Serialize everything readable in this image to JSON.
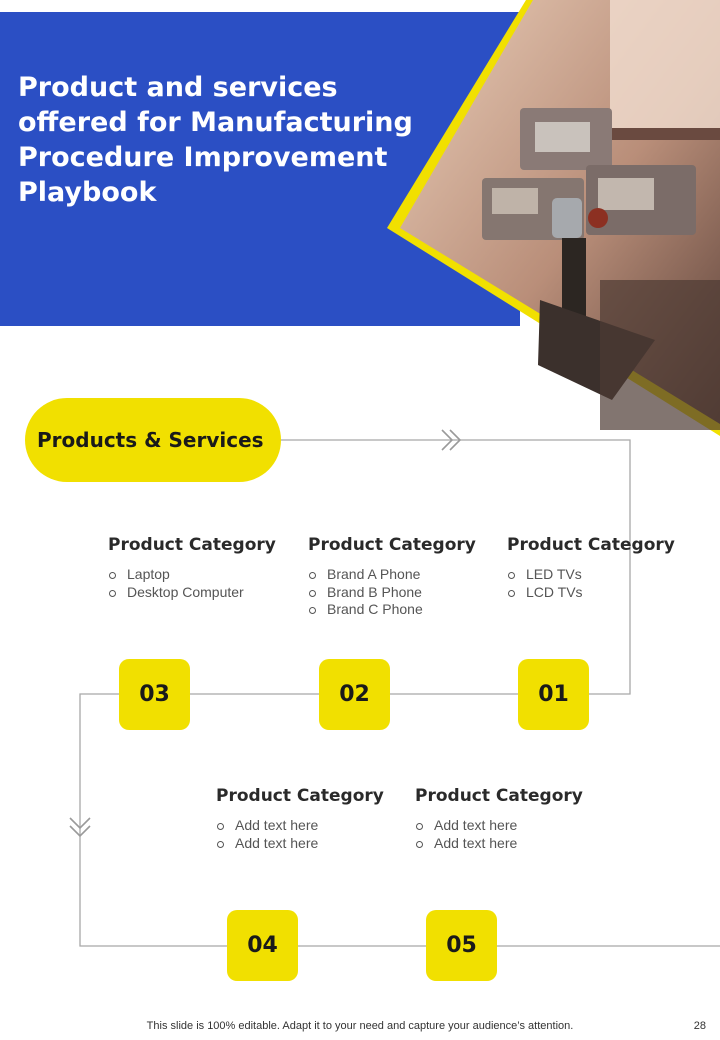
{
  "title": "Product and services offered for Manufacturing  Procedure Improvement Playbook",
  "colors": {
    "blue": "#2b4fc4",
    "yellow": "#f1e000",
    "line": "#a8a8a8"
  },
  "hub": {
    "label": "Products & Services"
  },
  "steps": [
    {
      "number": "01",
      "heading": "Product Category",
      "items": [
        "LED TVs",
        "LCD TVs"
      ]
    },
    {
      "number": "02",
      "heading": "Product Category",
      "items": [
        "Brand A Phone",
        "Brand B Phone",
        "Brand C Phone"
      ]
    },
    {
      "number": "03",
      "heading": "Product Category",
      "items": [
        "Laptop",
        "Desktop Computer"
      ]
    },
    {
      "number": "04",
      "heading": "Product Category",
      "items": [
        "Add text here",
        "Add text here"
      ]
    },
    {
      "number": "05",
      "heading": "Product Category",
      "items": [
        "Add text here",
        "Add text here"
      ]
    }
  ],
  "icons": {
    "arrow_right": "chevron-right-icon",
    "arrow_down": "chevron-down-icon"
  },
  "footer": {
    "note": "This slide is 100% editable. Adapt it to your need and capture your audience’s attention.",
    "page_number": "28"
  }
}
